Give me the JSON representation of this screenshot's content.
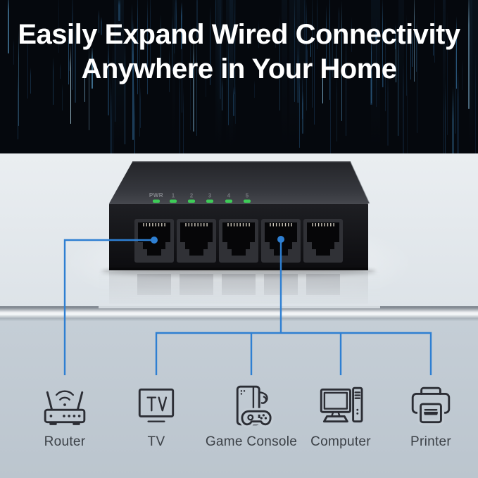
{
  "header": {
    "title_line1": "Easily Expand Wired Connectivity",
    "title_line2": "Anywhere in Your Home"
  },
  "switch": {
    "power_label": "PWR",
    "port_labels": [
      "1",
      "2",
      "3",
      "4",
      "5"
    ],
    "ports_count": 5,
    "led_color": "#3ecb58",
    "body_color": "#17181c"
  },
  "connections": {
    "line_color": "#2e7fd2",
    "highlighted_ports": [
      1,
      4
    ]
  },
  "devices": [
    {
      "label": "Router",
      "icon": "router-icon"
    },
    {
      "label": "TV",
      "icon": "tv-icon"
    },
    {
      "label": "Game Console",
      "icon": "game-console-icon"
    },
    {
      "label": "Computer",
      "icon": "computer-icon"
    },
    {
      "label": "Printer",
      "icon": "printer-icon"
    }
  ],
  "colors": {
    "hero_background": "#05080d",
    "hero_text": "#ffffff",
    "wall": "#e3e8ec",
    "table": "#c2ccd3",
    "accent_blue": "#2e7fd2",
    "icon_stroke": "#2b2d34",
    "streak_palette": [
      "#102337",
      "#17344e",
      "#1f4565",
      "#2d5f86",
      "#4b85ac",
      "#7fb3d2",
      "#b4dcee"
    ]
  }
}
